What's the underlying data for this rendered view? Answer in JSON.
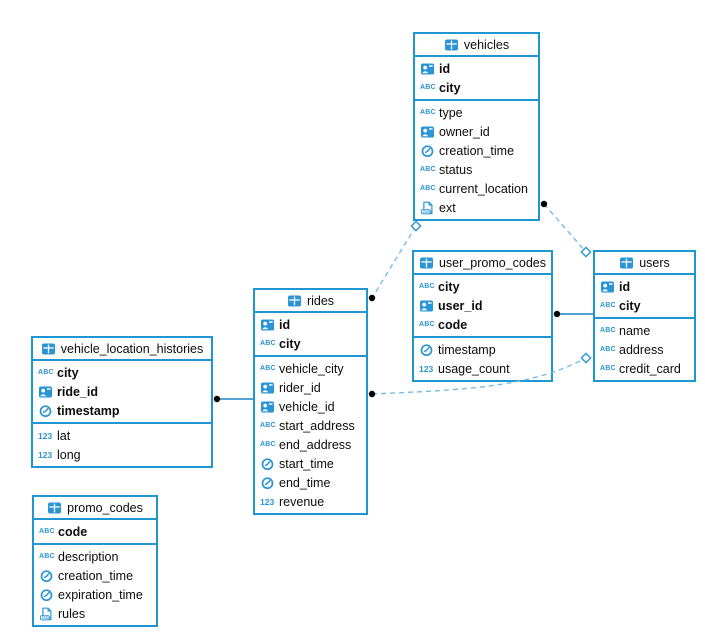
{
  "diagram": {
    "colors": {
      "table_border": "#1e96d2",
      "icon_blue": "#2a95d4",
      "dashed_line": "#74bde8",
      "solid_line": "#1a85c4",
      "connector_dot": "#000000",
      "text": "#0c0c0c",
      "background": "#ffffff"
    },
    "icon_glyphs": {
      "text": "ABC",
      "number": "123",
      "json": "JSON"
    },
    "tables": [
      {
        "name": "vehicles",
        "primary_key_fields": [
          {
            "label": "id",
            "type": "id"
          },
          {
            "label": "city",
            "type": "text"
          }
        ],
        "fields": [
          {
            "label": "type",
            "type": "text"
          },
          {
            "label": "owner_id",
            "type": "id"
          },
          {
            "label": "creation_time",
            "type": "time"
          },
          {
            "label": "status",
            "type": "text"
          },
          {
            "label": "current_location",
            "type": "text"
          },
          {
            "label": "ext",
            "type": "json"
          }
        ]
      },
      {
        "name": "user_promo_codes",
        "primary_key_fields": [
          {
            "label": "city",
            "type": "text"
          },
          {
            "label": "user_id",
            "type": "id"
          },
          {
            "label": "code",
            "type": "text"
          }
        ],
        "fields": [
          {
            "label": "timestamp",
            "type": "time"
          },
          {
            "label": "usage_count",
            "type": "number"
          }
        ]
      },
      {
        "name": "users",
        "primary_key_fields": [
          {
            "label": "id",
            "type": "id"
          },
          {
            "label": "city",
            "type": "text"
          }
        ],
        "fields": [
          {
            "label": "name",
            "type": "text"
          },
          {
            "label": "address",
            "type": "text"
          },
          {
            "label": "credit_card",
            "type": "text"
          }
        ]
      },
      {
        "name": "rides",
        "primary_key_fields": [
          {
            "label": "id",
            "type": "id"
          },
          {
            "label": "city",
            "type": "text"
          }
        ],
        "fields": [
          {
            "label": "vehicle_city",
            "type": "text"
          },
          {
            "label": "rider_id",
            "type": "id"
          },
          {
            "label": "vehicle_id",
            "type": "id"
          },
          {
            "label": "start_address",
            "type": "text"
          },
          {
            "label": "end_address",
            "type": "text"
          },
          {
            "label": "start_time",
            "type": "time"
          },
          {
            "label": "end_time",
            "type": "time"
          },
          {
            "label": "revenue",
            "type": "number"
          }
        ]
      },
      {
        "name": "vehicle_location_histories",
        "primary_key_fields": [
          {
            "label": "city",
            "type": "text"
          },
          {
            "label": "ride_id",
            "type": "id"
          },
          {
            "label": "timestamp",
            "type": "time"
          }
        ],
        "fields": [
          {
            "label": "lat",
            "type": "number"
          },
          {
            "label": "long",
            "type": "number"
          }
        ]
      },
      {
        "name": "promo_codes",
        "primary_key_fields": [
          {
            "label": "code",
            "type": "text"
          }
        ],
        "fields": [
          {
            "label": "description",
            "type": "text"
          },
          {
            "label": "creation_time",
            "type": "time"
          },
          {
            "label": "expiration_time",
            "type": "time"
          },
          {
            "label": "rules",
            "type": "json"
          }
        ]
      }
    ],
    "relationships": [
      {
        "a": "vehicles",
        "a_marker": "diamond",
        "b": "rides",
        "b_marker": "dot",
        "line": "dashed"
      },
      {
        "a": "vehicles",
        "a_marker": "dot",
        "b": "users",
        "b_marker": "diamond",
        "line": "dashed"
      },
      {
        "a": "user_promo_codes",
        "a_marker": "dot",
        "b": "users",
        "b_marker": "none",
        "line": "solid"
      },
      {
        "a": "vehicle_location_histories",
        "a_marker": "dot",
        "b": "rides",
        "b_marker": "none",
        "line": "solid"
      },
      {
        "a": "rides",
        "a_marker": "dot",
        "b": "users",
        "b_marker": "diamond",
        "line": "dashed"
      }
    ]
  }
}
